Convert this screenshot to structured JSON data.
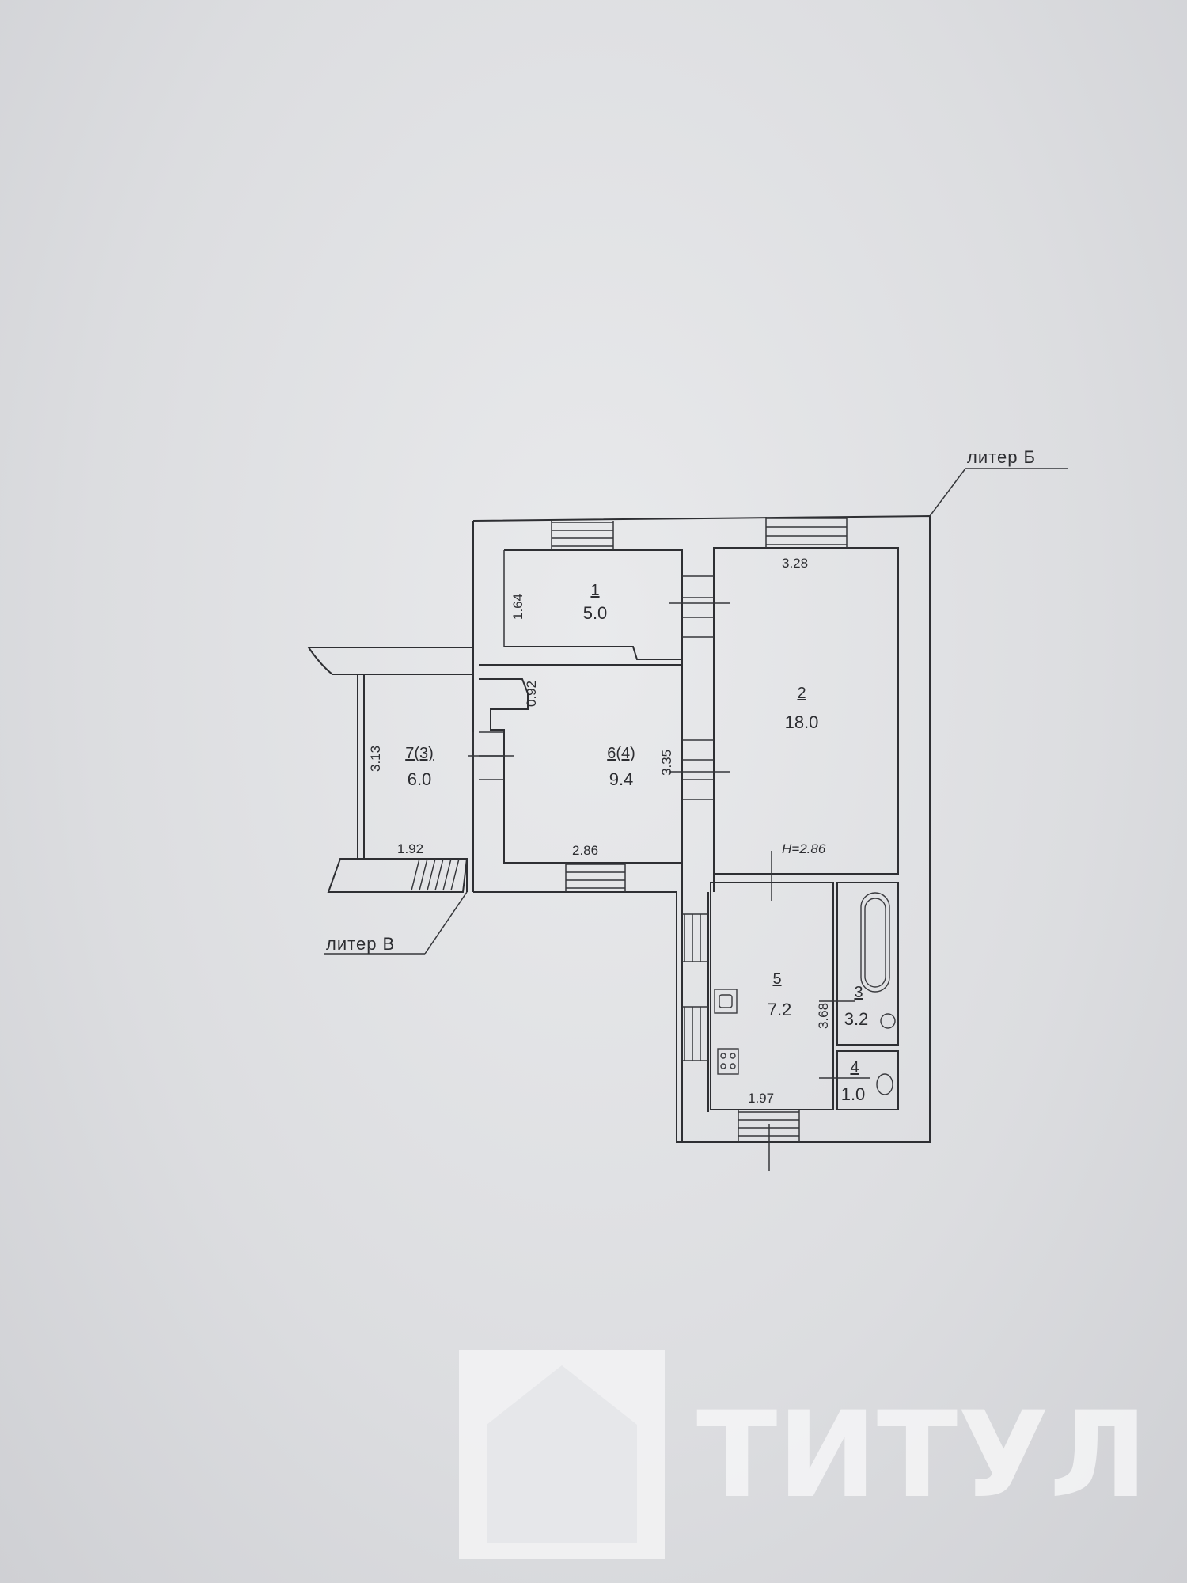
{
  "labels": {
    "liter_b": "литер Б",
    "liter_v": "литер В",
    "height": "H=2.86"
  },
  "rooms": [
    {
      "num": "1",
      "area": "5.0"
    },
    {
      "num": "2",
      "area": "18.0"
    },
    {
      "num": "3",
      "area": "3.2"
    },
    {
      "num": "4",
      "area": "1.0"
    },
    {
      "num": "5",
      "area": "7.2"
    },
    {
      "num": "6(4)",
      "area": "9.4"
    },
    {
      "num": "7(3)",
      "area": "6.0"
    }
  ],
  "dimensions": {
    "r1_height": "1.64",
    "r2_width": "3.28",
    "r6_top": "0.92",
    "r6_right": "3.35",
    "r6_width": "2.86",
    "r7_height": "3.13",
    "r7_width": "1.92",
    "r5_height": "3.68",
    "r5_width": "1.97"
  },
  "watermark": {
    "text": "ТИТУЛ"
  }
}
